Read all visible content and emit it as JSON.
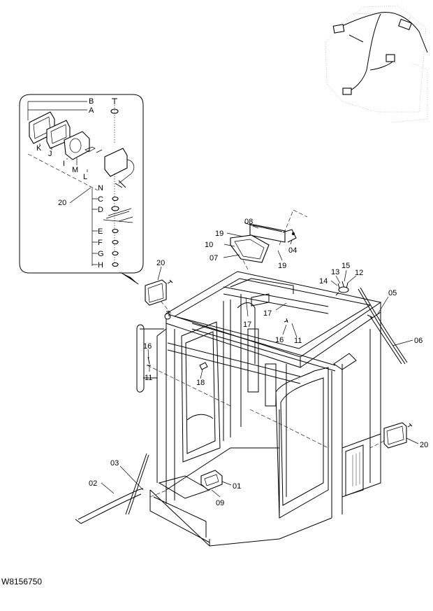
{
  "drawing_code": "W8156750",
  "inset_labels": {
    "B": "B",
    "A": "A",
    "K": "K",
    "J": "J",
    "I": "I",
    "M": "M",
    "L": "L",
    "N": "N",
    "C": "C",
    "D": "D",
    "E": "E",
    "F": "F",
    "G": "G",
    "H": "H",
    "assembly": "20"
  },
  "callouts": {
    "c20a": "20",
    "c20b": "20",
    "c19a": "19",
    "c19b": "19",
    "c08": "08",
    "c10": "10",
    "c07": "07",
    "c04": "04",
    "c13": "13",
    "c15": "15",
    "c12": "12",
    "c14": "14",
    "c05": "05",
    "c06": "06",
    "c17a": "17",
    "c17b": "17",
    "c16a": "16",
    "c16b": "16",
    "c11a": "11",
    "c11b": "11",
    "c18": "18",
    "c03": "03",
    "c02": "02",
    "c01": "01",
    "c09": "09"
  }
}
